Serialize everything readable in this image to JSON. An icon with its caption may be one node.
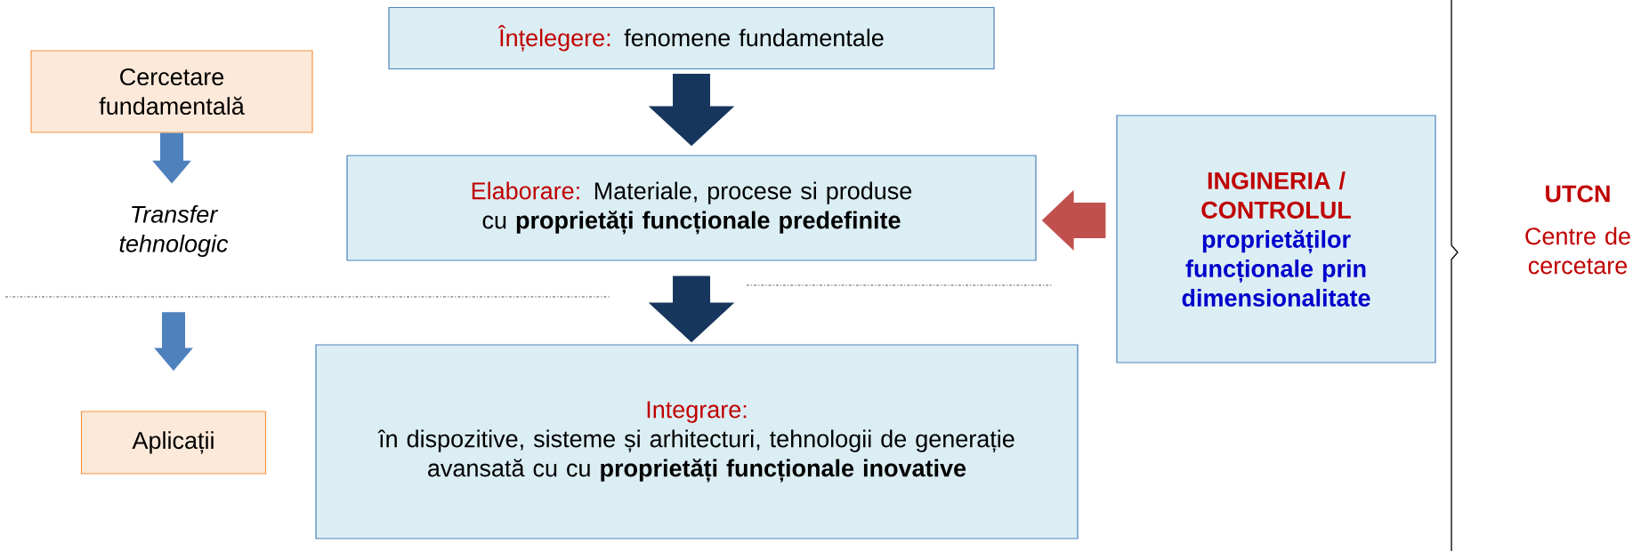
{
  "diagram": {
    "nodes": [
      {
        "text": [
          "Cercetare fundamentală"
        ]
      },
      {
        "text": [
          "Transfer tehnologic"
        ]
      },
      {
        "text": [
          "Aplicații"
        ]
      },
      {
        "text": [
          "Înțelegere:",
          "fenomene fundamentale"
        ]
      },
      {
        "text": [
          "Elaborare:",
          "Materiale, procese si produse cu **proprietăți funcționale predefinite**"
        ]
      },
      {
        "text": [
          "Integrare:",
          "în dispozitive, sisteme și arhitecturi, tehnologii de generație avansată cu cu **proprietăți funcționale inovative**"
        ]
      },
      {
        "text": [
          "INGINERIA / CONTROLUL",
          "proprietăților funcționale prin dimensionalitate"
        ]
      }
    ],
    "edges": [
      {
        "from": 0,
        "to": 1,
        "arrow": "to",
        "color": "#4f81bd"
      },
      {
        "from": 1,
        "to": 2,
        "arrow": "to",
        "color": "#4f81bd"
      },
      {
        "from": 3,
        "to": 4,
        "arrow": "to",
        "color": "#17365d"
      },
      {
        "from": 4,
        "to": 5,
        "arrow": "to",
        "color": "#17365d"
      },
      {
        "from": 6,
        "to": 4,
        "arrow": "to",
        "color": "#c0504d"
      }
    ],
    "labels": [
      "UTCN",
      "Centre de cercetare"
    ]
  }
}
